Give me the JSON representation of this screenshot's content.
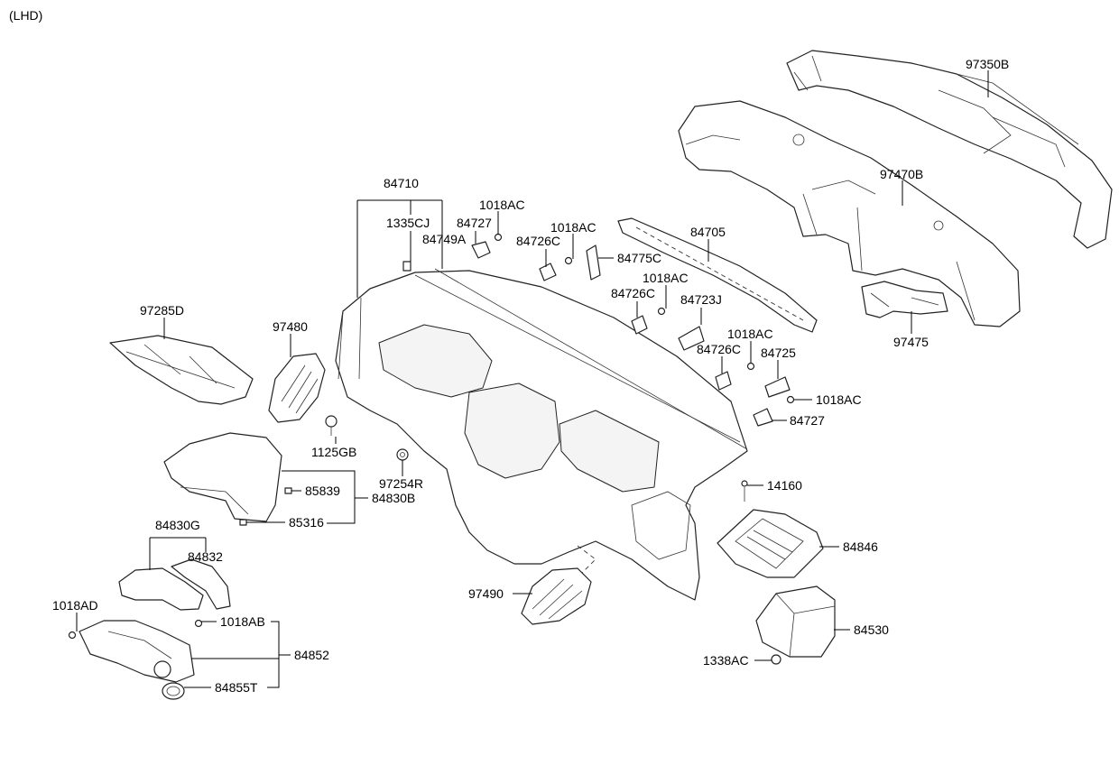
{
  "variant": "(LHD)",
  "labels": {
    "p97350B": "97350B",
    "p97470B": "97470B",
    "p97475": "97475",
    "p84710": "84710",
    "p1335CJ": "1335CJ",
    "p84749A": "84749A",
    "p84727_top": "84727",
    "p1018AC_1": "1018AC",
    "p1018AC_2": "1018AC",
    "p84726C_1": "84726C",
    "p84775C": "84775C",
    "p84705": "84705",
    "p1018AC_3": "1018AC",
    "p84726C_2": "84726C",
    "p84723J": "84723J",
    "p1018AC_4": "1018AC",
    "p84726C_3": "84726C",
    "p84725": "84725",
    "p1018AC_5": "1018AC",
    "p84727_bot": "84727",
    "p97285D": "97285D",
    "p97480": "97480",
    "p1125GB": "1125GB",
    "p97254R": "97254R",
    "p85839": "85839",
    "p84830B": "84830B",
    "p85316": "85316",
    "p84830G": "84830G",
    "p84832": "84832",
    "p1018AD": "1018AD",
    "p1018AB": "1018AB",
    "p84852": "84852",
    "p84855T": "84855T",
    "p97490": "97490",
    "p14160": "14160",
    "p84846": "84846",
    "p84530": "84530",
    "p1338AC": "1338AC"
  }
}
